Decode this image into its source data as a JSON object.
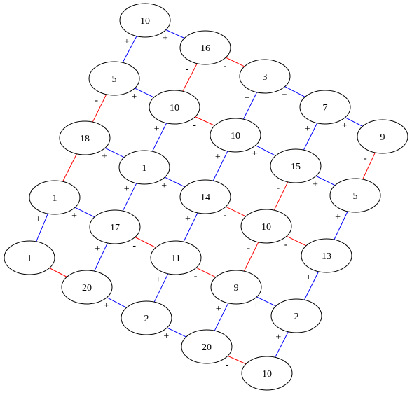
{
  "colors": {
    "plus": "#0000ff",
    "minus": "#ff0000"
  },
  "nodes": {
    "a": "10",
    "b": "16",
    "c": "3",
    "d": "7",
    "e": "9",
    "f": "5",
    "g": "10",
    "h": "10",
    "i": "15",
    "j": "5",
    "k": "18",
    "l": "1",
    "m": "14",
    "n": "10",
    "o": "13",
    "p": "1",
    "q": "17",
    "r": "11",
    "s": "9",
    "t": "2",
    "u": "1",
    "v": "20",
    "w": "2",
    "x": "20",
    "y": "10"
  },
  "edges": [
    {
      "from": "a",
      "to": "b",
      "sign": "+"
    },
    {
      "from": "b",
      "to": "c",
      "sign": "-"
    },
    {
      "from": "c",
      "to": "d",
      "sign": "+"
    },
    {
      "from": "d",
      "to": "e",
      "sign": "+"
    },
    {
      "from": "f",
      "to": "g",
      "sign": "+"
    },
    {
      "from": "g",
      "to": "h",
      "sign": "-"
    },
    {
      "from": "h",
      "to": "i",
      "sign": "+"
    },
    {
      "from": "i",
      "to": "j",
      "sign": "+"
    },
    {
      "from": "k",
      "to": "l",
      "sign": "+"
    },
    {
      "from": "l",
      "to": "m",
      "sign": "+"
    },
    {
      "from": "m",
      "to": "n",
      "sign": "-"
    },
    {
      "from": "n",
      "to": "o",
      "sign": "-"
    },
    {
      "from": "p",
      "to": "q",
      "sign": "+"
    },
    {
      "from": "q",
      "to": "r",
      "sign": "-"
    },
    {
      "from": "r",
      "to": "s",
      "sign": "-"
    },
    {
      "from": "s",
      "to": "t",
      "sign": "+"
    },
    {
      "from": "u",
      "to": "v",
      "sign": "-"
    },
    {
      "from": "v",
      "to": "w",
      "sign": "+"
    },
    {
      "from": "w",
      "to": "x",
      "sign": "+"
    },
    {
      "from": "x",
      "to": "y",
      "sign": "-"
    },
    {
      "from": "a",
      "to": "f",
      "sign": "+"
    },
    {
      "from": "f",
      "to": "k",
      "sign": "-"
    },
    {
      "from": "k",
      "to": "p",
      "sign": "-"
    },
    {
      "from": "p",
      "to": "u",
      "sign": "+"
    },
    {
      "from": "b",
      "to": "g",
      "sign": "-"
    },
    {
      "from": "g",
      "to": "l",
      "sign": "+"
    },
    {
      "from": "l",
      "to": "q",
      "sign": "+"
    },
    {
      "from": "q",
      "to": "v",
      "sign": "+"
    },
    {
      "from": "c",
      "to": "h",
      "sign": "+"
    },
    {
      "from": "h",
      "to": "m",
      "sign": "+"
    },
    {
      "from": "m",
      "to": "r",
      "sign": "+"
    },
    {
      "from": "r",
      "to": "w",
      "sign": "+"
    },
    {
      "from": "d",
      "to": "i",
      "sign": "+"
    },
    {
      "from": "i",
      "to": "n",
      "sign": "-"
    },
    {
      "from": "n",
      "to": "s",
      "sign": "-"
    },
    {
      "from": "s",
      "to": "x",
      "sign": "+"
    },
    {
      "from": "e",
      "to": "j",
      "sign": "-"
    },
    {
      "from": "j",
      "to": "o",
      "sign": "+"
    },
    {
      "from": "o",
      "to": "t",
      "sign": "+"
    },
    {
      "from": "t",
      "to": "y",
      "sign": "+"
    }
  ]
}
